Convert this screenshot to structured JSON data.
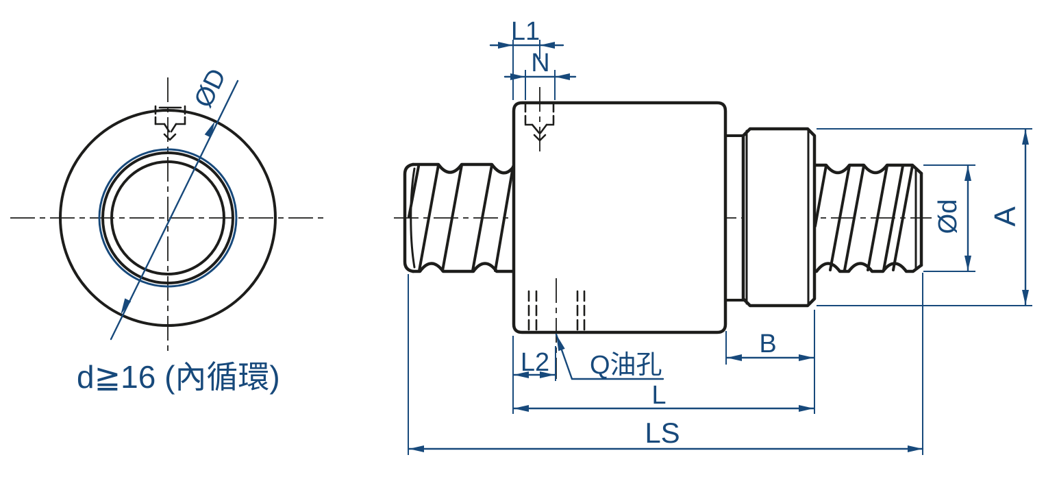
{
  "colors": {
    "outline": "#1d1d1b",
    "dimension": "#17497b",
    "background": "#ffffff"
  },
  "front_view": {
    "diameter_label": "ØD",
    "caption": "d≧16 (內循環)"
  },
  "side_view": {
    "top_width_label": "L1",
    "slot_width_label": "N",
    "screw_diameter_label": "Ød",
    "nut_outer_diameter_label": "A",
    "collar_width_label": "B",
    "oil_hole_offset_label": "L2",
    "oil_hole_label": "Q油孔",
    "nut_length_label": "L",
    "overall_length_label": "LS"
  }
}
